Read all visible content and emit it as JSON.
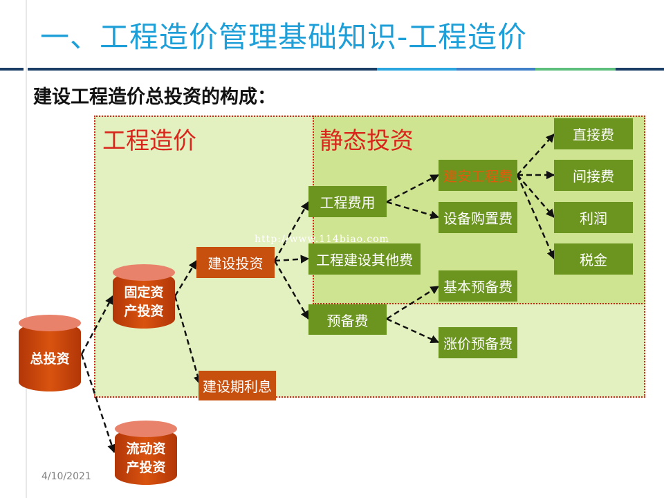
{
  "header": {
    "title": "一、工程造价管理基础知识-工程造价",
    "subtitle": "建设工程造价总投资的构成："
  },
  "regions": {
    "engineering_cost": "工程造价",
    "static_investment": "静态投资"
  },
  "nodes": {
    "total_investment": "总投资",
    "fixed_asset_investment": [
      "固定资",
      "产投资"
    ],
    "current_asset_investment": [
      "流动资",
      "产投资"
    ],
    "construction_investment": "建设投资",
    "construction_interest": "建设期利息",
    "engineering_fee": "工程费用",
    "other_construction_fee": "工程建设其他费",
    "reserve_fee": "预备费",
    "installation_fee": "建安工程费",
    "equipment_purchase_fee": "设备购置费",
    "basic_reserve_fee": "基本预备费",
    "price_reserve_fee": "涨价预备费",
    "direct_fee": "直接费",
    "indirect_fee": "间接费",
    "profit": "利润",
    "tax": "税金"
  },
  "watermark": "http://www.114biao.com",
  "footer": {
    "date": "4/10/2021"
  },
  "colors": {
    "title": "#1f9fd8",
    "green_box": "#6c9520",
    "orange_box": "#c8500e",
    "region_label": "#d9261c",
    "region_outer": "#e3f0bf",
    "region_inner": "#cfe491"
  }
}
